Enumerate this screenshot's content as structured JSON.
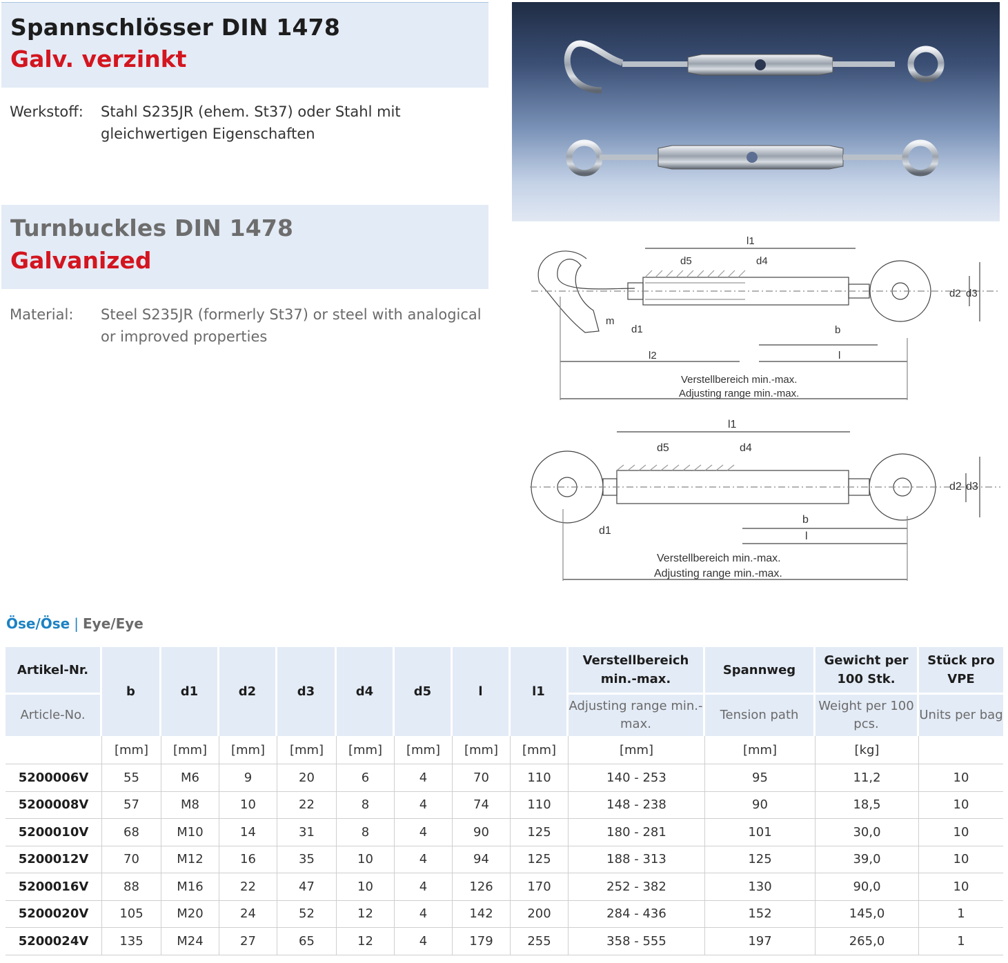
{
  "german": {
    "title": "Spannschlösser DIN 1478",
    "subtitle": "Galv. verzinkt",
    "material_label": "Werkstoff:",
    "material_text": "Stahl S235JR (ehem. St37) oder Stahl mit gleichwertigen Eigenschaften"
  },
  "english": {
    "title": "Turnbuckles DIN 1478",
    "subtitle": "Galvanized",
    "material_label": "Material:",
    "material_text": "Steel S235JR (formerly St37) or steel with analogical or improved properties"
  },
  "drawing_labels": {
    "l1": "l1",
    "l2": "l2",
    "l": "l",
    "b": "b",
    "d1": "d1",
    "d2": "d2",
    "d3": "d3",
    "d4": "d4",
    "d5": "d5",
    "m": "m",
    "range_de": "Verstellbereich min.-max.",
    "range_en": "Adjusting range min.-max."
  },
  "section": {
    "label_de": "Öse/Öse",
    "separator": "|",
    "label_en": "Eye/Eye"
  },
  "table": {
    "article_de": "Artikel-Nr.",
    "article_en": "Article-No.",
    "columns": [
      {
        "de": "b",
        "en": "",
        "unit": "[mm]"
      },
      {
        "de": "d1",
        "en": "",
        "unit": "[mm]"
      },
      {
        "de": "d2",
        "en": "",
        "unit": "[mm]"
      },
      {
        "de": "d3",
        "en": "",
        "unit": "[mm]"
      },
      {
        "de": "d4",
        "en": "",
        "unit": "[mm]"
      },
      {
        "de": "d5",
        "en": "",
        "unit": "[mm]"
      },
      {
        "de": "l",
        "en": "",
        "unit": "[mm]"
      },
      {
        "de": "l1",
        "en": "",
        "unit": "[mm]"
      },
      {
        "de": "Verstellbereich min.-max.",
        "en": "Adjusting range min.-max.",
        "unit": "[mm]"
      },
      {
        "de": "Spannweg",
        "en": "Tension path",
        "unit": "[mm]"
      },
      {
        "de": "Gewicht per 100 Stk.",
        "en": "Weight per 100 pcs.",
        "unit": "[kg]"
      },
      {
        "de": "Stück pro VPE",
        "en": "Units per bag",
        "unit": ""
      }
    ],
    "rows": [
      [
        "5200006V",
        "55",
        "M6",
        "9",
        "20",
        "6",
        "4",
        "70",
        "110",
        "140 - 253",
        "95",
        "11,2",
        "10"
      ],
      [
        "5200008V",
        "57",
        "M8",
        "10",
        "22",
        "8",
        "4",
        "74",
        "110",
        "148 - 238",
        "90",
        "18,5",
        "10"
      ],
      [
        "5200010V",
        "68",
        "M10",
        "14",
        "31",
        "8",
        "4",
        "90",
        "125",
        "180 - 281",
        "101",
        "30,0",
        "10"
      ],
      [
        "5200012V",
        "70",
        "M12",
        "16",
        "35",
        "10",
        "4",
        "94",
        "125",
        "188 - 313",
        "125",
        "39,0",
        "10"
      ],
      [
        "5200016V",
        "88",
        "M16",
        "22",
        "47",
        "10",
        "4",
        "126",
        "170",
        "252 - 382",
        "130",
        "90,0",
        "10"
      ],
      [
        "5200020V",
        "105",
        "M20",
        "24",
        "52",
        "12",
        "4",
        "142",
        "200",
        "284 - 436",
        "152",
        "145,0",
        "1"
      ],
      [
        "5200024V",
        "135",
        "M24",
        "27",
        "65",
        "12",
        "4",
        "179",
        "255",
        "358 - 555",
        "197",
        "265,0",
        "1"
      ]
    ]
  }
}
